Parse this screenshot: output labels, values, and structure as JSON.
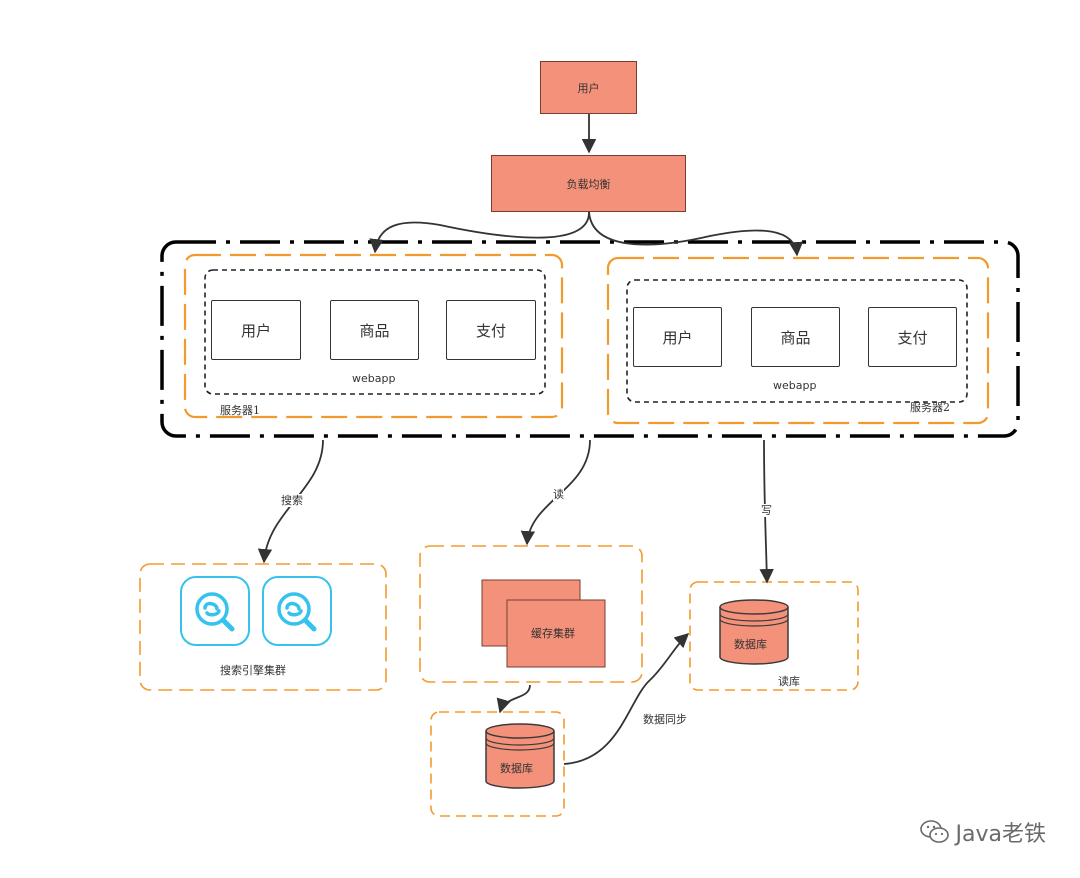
{
  "nodes": {
    "user": "用户",
    "load_balancer": "负载均衡",
    "cache_cluster": "缓存集群",
    "db_main": "数据库",
    "db_read": "数据库"
  },
  "servers": [
    {
      "label": "服务器1",
      "group_label": "webapp",
      "modules": [
        "用户",
        "商品",
        "支付"
      ]
    },
    {
      "label": "服务器2",
      "group_label": "webapp",
      "modules": [
        "用户",
        "商品",
        "支付"
      ]
    }
  ],
  "edges": {
    "search": "搜索",
    "read": "读",
    "write": "写",
    "sync": "数据同步"
  },
  "clusters": {
    "search_engine": "搜索引擎集群",
    "read_db": "读库"
  },
  "icons": {
    "search_engine": "search-engine-icon",
    "wechat": "wechat-icon"
  },
  "watermark": "Java老铁",
  "colors": {
    "node_fill": "#f4917a",
    "dashed_orange": "#f39a2d",
    "icon_blue": "#35c2ee",
    "line": "#333333"
  }
}
